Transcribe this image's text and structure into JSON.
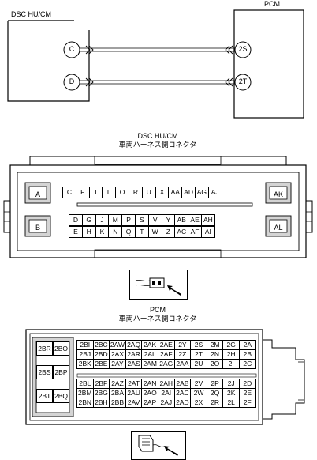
{
  "wiring": {
    "left_box_label": "DSC HU/CM",
    "right_box_label": "PCM",
    "left_pins": [
      "C",
      "D"
    ],
    "right_pins": [
      "2S",
      "2T"
    ]
  },
  "dsc_connector": {
    "title_line1": "DSC HU/CM",
    "title_line2": "車両ハーネス側コネクタ",
    "key_left_top": "A",
    "key_left_bottom": "B",
    "key_right_top": "AK",
    "key_right_bottom": "AL",
    "row1": [
      "C",
      "F",
      "I",
      "L",
      "O",
      "R",
      "U",
      "X",
      "AA",
      "AD",
      "AG",
      "AJ"
    ],
    "row2": [
      "D",
      "G",
      "J",
      "M",
      "P",
      "S",
      "V",
      "Y",
      "AB",
      "AE",
      "AH"
    ],
    "row3": [
      "E",
      "H",
      "K",
      "N",
      "Q",
      "T",
      "W",
      "Z",
      "AC",
      "AF",
      "AI"
    ]
  },
  "pcm_connector": {
    "title_line1": "PCM",
    "title_line2": "車両ハーネス側コネクタ",
    "left_block": [
      "2BR",
      "2BO",
      "2BS",
      "2BP",
      "2BT",
      "2BQ"
    ],
    "upper_rows": [
      [
        "2BI",
        "2BC",
        "2AW",
        "2AQ",
        "2AK",
        "2AE",
        "2Y",
        "2S",
        "2M",
        "2G",
        "2A"
      ],
      [
        "2BJ",
        "2BD",
        "2AX",
        "2AR",
        "2AL",
        "2AF",
        "2Z",
        "2T",
        "2N",
        "2H",
        "2B"
      ],
      [
        "2BK",
        "2BE",
        "2AY",
        "2AS",
        "2AM",
        "2AG",
        "2AA",
        "2U",
        "2O",
        "2I",
        "2C"
      ]
    ],
    "lower_rows": [
      [
        "2BL",
        "2BF",
        "2AZ",
        "2AT",
        "2AN",
        "2AH",
        "2AB",
        "2V",
        "2P",
        "2J",
        "2D"
      ],
      [
        "2BM",
        "2BG",
        "2BA",
        "2AU",
        "2AO",
        "2AI",
        "2AC",
        "2W",
        "2Q",
        "2K",
        "2E"
      ],
      [
        "2BN",
        "2BH",
        "2BB",
        "2AV",
        "2AP",
        "2AJ",
        "2AD",
        "2X",
        "2R",
        "2L",
        "2F"
      ]
    ]
  }
}
